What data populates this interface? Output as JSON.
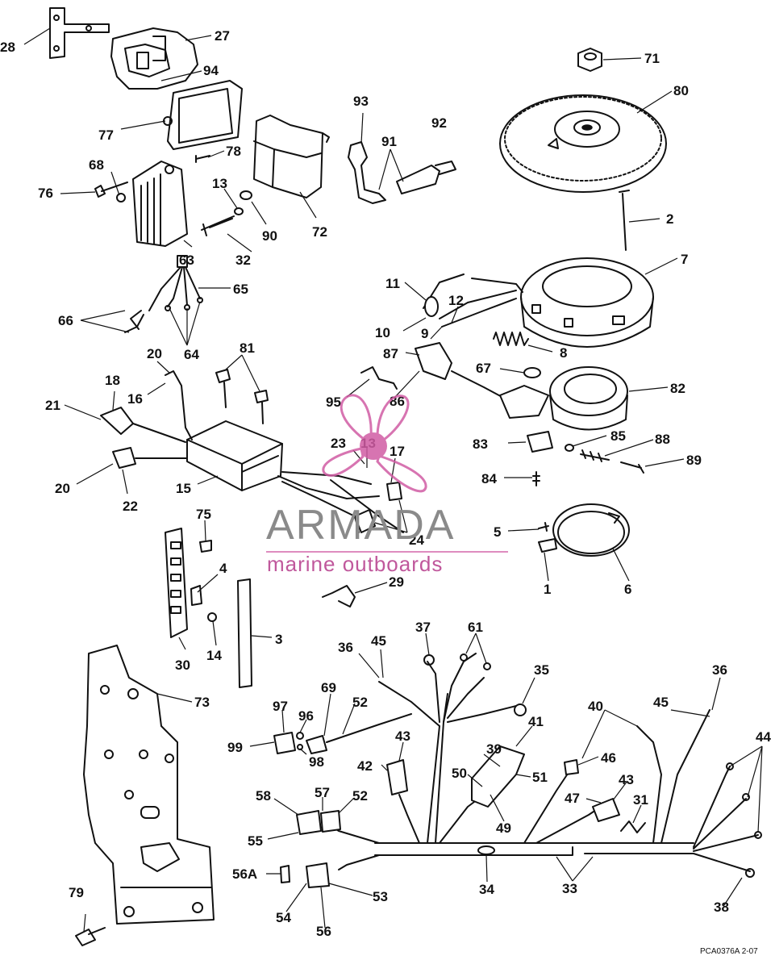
{
  "watermark": {
    "brand": "ARMADA",
    "tagline": "marine outboards",
    "accent_color": "#d15ca4",
    "text_color": "#8a8a8a",
    "icon": "propeller-icon"
  },
  "diagram_code": "PCA0376A   2-07",
  "callouts": [
    {
      "id": "28",
      "label": "28"
    },
    {
      "id": "27",
      "label": "27"
    },
    {
      "id": "94",
      "label": "94"
    },
    {
      "id": "77",
      "label": "77"
    },
    {
      "id": "78",
      "label": "78"
    },
    {
      "id": "71",
      "label": "71"
    },
    {
      "id": "80",
      "label": "80"
    },
    {
      "id": "93",
      "label": "93"
    },
    {
      "id": "92",
      "label": "92"
    },
    {
      "id": "91",
      "label": "91"
    },
    {
      "id": "68",
      "label": "68"
    },
    {
      "id": "76",
      "label": "76"
    },
    {
      "id": "13a",
      "label": "13"
    },
    {
      "id": "90",
      "label": "90"
    },
    {
      "id": "72",
      "label": "72"
    },
    {
      "id": "63",
      "label": "63"
    },
    {
      "id": "32",
      "label": "32"
    },
    {
      "id": "2",
      "label": "2"
    },
    {
      "id": "7",
      "label": "7"
    },
    {
      "id": "65",
      "label": "65"
    },
    {
      "id": "66",
      "label": "66"
    },
    {
      "id": "64",
      "label": "64"
    },
    {
      "id": "11",
      "label": "11"
    },
    {
      "id": "12",
      "label": "12"
    },
    {
      "id": "10",
      "label": "10"
    },
    {
      "id": "9",
      "label": "9"
    },
    {
      "id": "8",
      "label": "8"
    },
    {
      "id": "87",
      "label": "87"
    },
    {
      "id": "67",
      "label": "67"
    },
    {
      "id": "20a",
      "label": "20"
    },
    {
      "id": "81",
      "label": "81"
    },
    {
      "id": "18",
      "label": "18"
    },
    {
      "id": "16",
      "label": "16"
    },
    {
      "id": "95",
      "label": "95"
    },
    {
      "id": "86",
      "label": "86"
    },
    {
      "id": "82",
      "label": "82"
    },
    {
      "id": "21",
      "label": "21"
    },
    {
      "id": "13b",
      "label": "13"
    },
    {
      "id": "23",
      "label": "23"
    },
    {
      "id": "17",
      "label": "17"
    },
    {
      "id": "83",
      "label": "83"
    },
    {
      "id": "85",
      "label": "85"
    },
    {
      "id": "88",
      "label": "88"
    },
    {
      "id": "89",
      "label": "89"
    },
    {
      "id": "20b",
      "label": "20"
    },
    {
      "id": "22",
      "label": "22"
    },
    {
      "id": "15",
      "label": "15"
    },
    {
      "id": "84",
      "label": "84"
    },
    {
      "id": "75",
      "label": "75"
    },
    {
      "id": "24",
      "label": "24"
    },
    {
      "id": "5",
      "label": "5"
    },
    {
      "id": "4",
      "label": "4"
    },
    {
      "id": "1",
      "label": "1"
    },
    {
      "id": "6",
      "label": "6"
    },
    {
      "id": "29",
      "label": "29"
    },
    {
      "id": "37",
      "label": "37"
    },
    {
      "id": "61",
      "label": "61"
    },
    {
      "id": "3",
      "label": "3"
    },
    {
      "id": "30",
      "label": "30"
    },
    {
      "id": "14",
      "label": "14"
    },
    {
      "id": "36a",
      "label": "36"
    },
    {
      "id": "45a",
      "label": "45"
    },
    {
      "id": "35",
      "label": "35"
    },
    {
      "id": "36b",
      "label": "36"
    },
    {
      "id": "73",
      "label": "73"
    },
    {
      "id": "69",
      "label": "69"
    },
    {
      "id": "52a",
      "label": "52"
    },
    {
      "id": "97",
      "label": "97"
    },
    {
      "id": "96",
      "label": "96"
    },
    {
      "id": "40",
      "label": "40"
    },
    {
      "id": "45b",
      "label": "45"
    },
    {
      "id": "41",
      "label": "41"
    },
    {
      "id": "43a",
      "label": "43"
    },
    {
      "id": "99",
      "label": "99"
    },
    {
      "id": "98",
      "label": "98"
    },
    {
      "id": "42",
      "label": "42"
    },
    {
      "id": "39",
      "label": "39"
    },
    {
      "id": "46",
      "label": "46"
    },
    {
      "id": "44",
      "label": "44"
    },
    {
      "id": "50",
      "label": "50"
    },
    {
      "id": "51",
      "label": "51"
    },
    {
      "id": "43b",
      "label": "43"
    },
    {
      "id": "58",
      "label": "58"
    },
    {
      "id": "57",
      "label": "57"
    },
    {
      "id": "52b",
      "label": "52"
    },
    {
      "id": "47",
      "label": "47"
    },
    {
      "id": "31",
      "label": "31"
    },
    {
      "id": "49",
      "label": "49"
    },
    {
      "id": "55",
      "label": "55"
    },
    {
      "id": "56A",
      "label": "56A"
    },
    {
      "id": "34",
      "label": "34"
    },
    {
      "id": "33",
      "label": "33"
    },
    {
      "id": "53",
      "label": "53"
    },
    {
      "id": "79",
      "label": "79"
    },
    {
      "id": "54",
      "label": "54"
    },
    {
      "id": "38",
      "label": "38"
    },
    {
      "id": "56",
      "label": "56"
    }
  ]
}
